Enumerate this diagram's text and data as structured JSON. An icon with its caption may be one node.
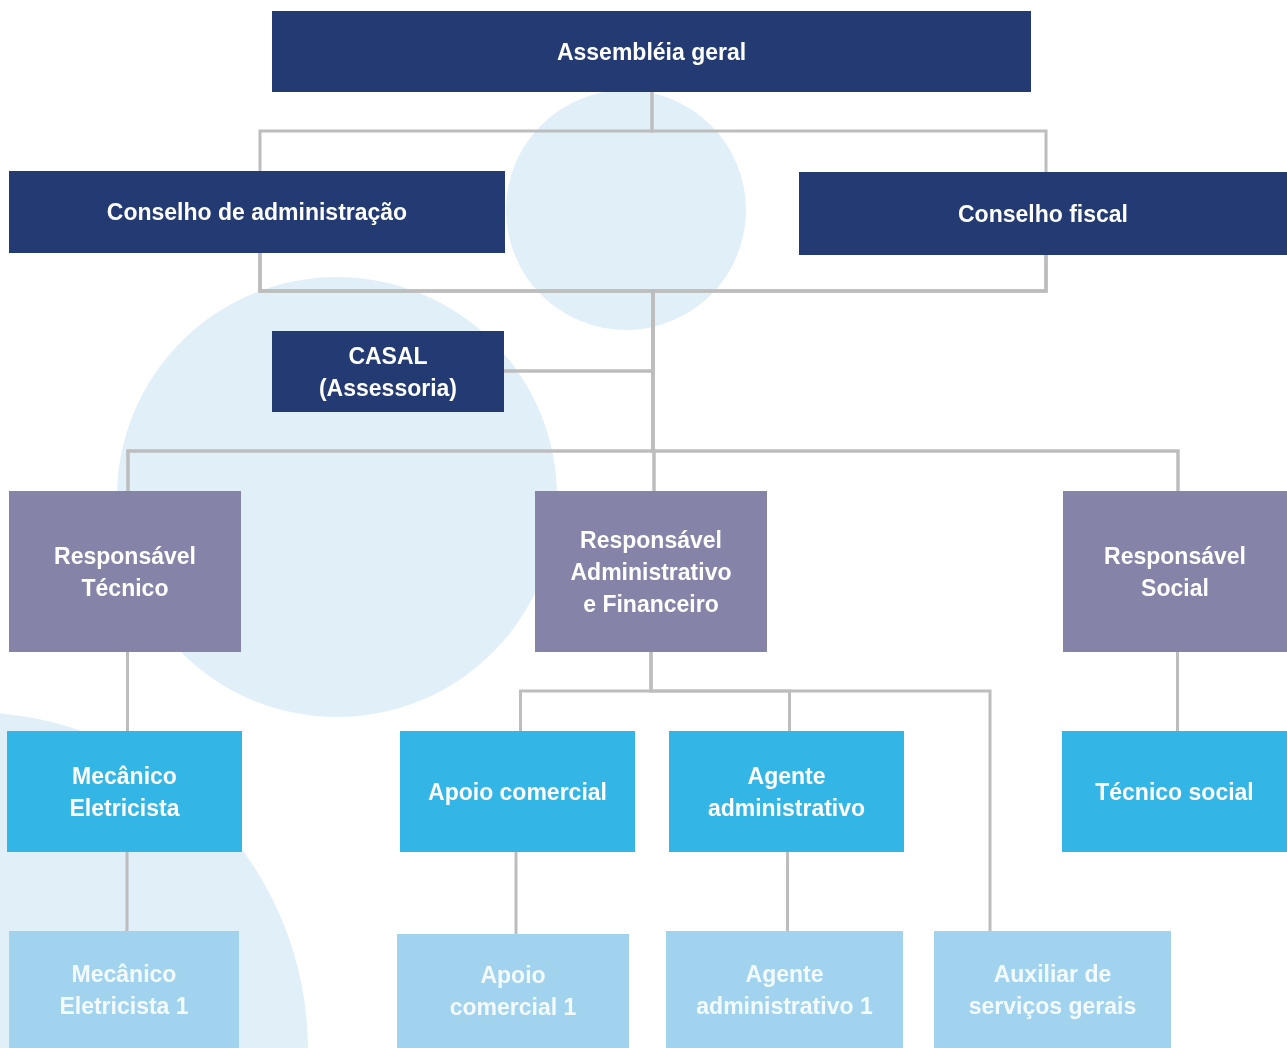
{
  "diagram": {
    "nodes": [
      {
        "text": [
          "Assembléia geral"
        ]
      },
      {
        "text": [
          "Conselho de administração"
        ]
      },
      {
        "text": [
          "Conselho fiscal"
        ]
      },
      {
        "text": [
          "CASAL (Assessoria)"
        ]
      },
      {
        "text": [
          "Responsável Técnico"
        ]
      },
      {
        "text": [
          "Responsável Administrativo e Financeiro"
        ]
      },
      {
        "text": [
          "Responsável Social"
        ]
      },
      {
        "text": [
          "Mecânico Eletricista"
        ]
      },
      {
        "text": [
          "Apoio comercial"
        ]
      },
      {
        "text": [
          "Agente administrativo"
        ]
      },
      {
        "text": [
          "Técnico social"
        ]
      },
      {
        "text": [
          "Mecânico Eletricista 1"
        ]
      },
      {
        "text": [
          "Apoio comercial 1"
        ]
      },
      {
        "text": [
          "Agente administrativo 1"
        ]
      },
      {
        "text": [
          "Auxiliar de serviços gerais"
        ]
      }
    ],
    "edges": [
      {
        "from": 0,
        "to": 1,
        "arrow": "none"
      },
      {
        "from": 0,
        "to": 2,
        "arrow": "none"
      },
      {
        "from": 1,
        "to": 3,
        "arrow": "none"
      },
      {
        "from": 2,
        "to": 3,
        "arrow": "none"
      },
      {
        "from": 1,
        "to": 4,
        "arrow": "none"
      },
      {
        "from": 1,
        "to": 5,
        "arrow": "none"
      },
      {
        "from": 1,
        "to": 6,
        "arrow": "none"
      },
      {
        "from": 2,
        "to": 4,
        "arrow": "none"
      },
      {
        "from": 2,
        "to": 5,
        "arrow": "none"
      },
      {
        "from": 2,
        "to": 6,
        "arrow": "none"
      },
      {
        "from": 4,
        "to": 7,
        "arrow": "none"
      },
      {
        "from": 7,
        "to": 11,
        "arrow": "none"
      },
      {
        "from": 5,
        "to": 8,
        "arrow": "none"
      },
      {
        "from": 5,
        "to": 9,
        "arrow": "none"
      },
      {
        "from": 5,
        "to": 14,
        "arrow": "none"
      },
      {
        "from": 8,
        "to": 12,
        "arrow": "none"
      },
      {
        "from": 9,
        "to": 13,
        "arrow": "none"
      },
      {
        "from": 6,
        "to": 10,
        "arrow": "none"
      }
    ]
  }
}
